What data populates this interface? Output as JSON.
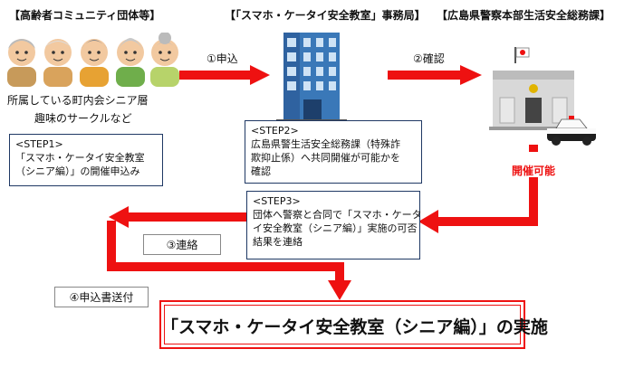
{
  "headers": {
    "community": "【高齢者コミュニティ団体等】",
    "office": "【「スマホ・ケータイ安全教室」事務局】",
    "police": "【広島県警察本部生活安全総務課】"
  },
  "community_caption": {
    "line1": "所属している町内会シニア層",
    "line2": "趣味のサークルなど"
  },
  "step1": {
    "title": "<STEP1>",
    "line1": "「スマホ・ケータイ安全教室",
    "line2": "（シニア編）」の開催申込み"
  },
  "step2": {
    "title": "<STEP2>",
    "line1": "広島県警生活安全総務課（特殊詐",
    "line2": "欺抑止係）へ共同開催が可能かを",
    "line3": "確認"
  },
  "step3": {
    "title": "<STEP3>",
    "line1": "団体へ警察と合同で「スマホ・ケータ",
    "line2": "イ安全教室（シニア編）」実施の可否",
    "line3": "結果を連絡"
  },
  "arrows": {
    "apply": "①申込",
    "confirm": "②確認",
    "contact": "③連絡",
    "send_form": "④申込書送付"
  },
  "approval": "開催可能",
  "final": "「スマホ・ケータイ安全教室（シニア編）」の実施",
  "colors": {
    "arrow": "#ee1111",
    "box_border": "#1f3864"
  }
}
